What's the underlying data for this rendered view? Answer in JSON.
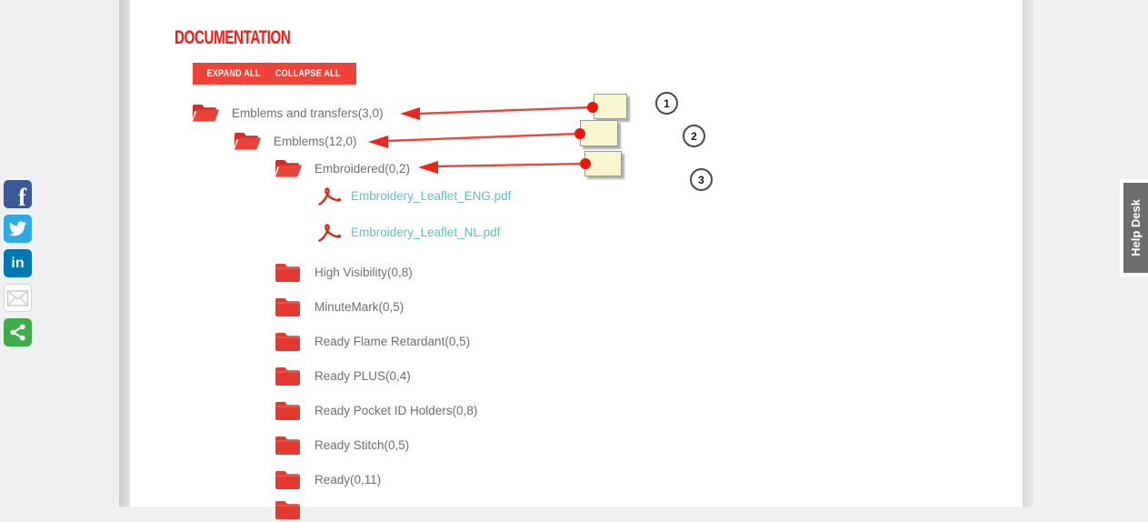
{
  "page": {
    "title": "DOCUMENTATION",
    "colors": {
      "accent_red": "#ee4338",
      "title_red": "#ff1414",
      "folder_red": "#e23a30",
      "pdf_red": "#d2281e",
      "link_teal": "#62c0c2",
      "tree_text_gray": "#6e6e6e",
      "note_yellow": "#f7f6cf",
      "page_bg": "#f0f0f0",
      "helpdesk_gray": "#6d6d6d"
    }
  },
  "toolbar": {
    "expand_label": "EXPAND ALL",
    "collapse_label": "COLLAPSE ALL"
  },
  "tree": {
    "items": [
      {
        "label": "Emblems and transfers(3,0)",
        "icon": "folder-open-icon",
        "type": "folder",
        "level": 1
      },
      {
        "label": "Emblems(12,0)",
        "icon": "folder-open-icon",
        "type": "folder",
        "level": 2
      },
      {
        "label": "Embroidered(0,2)",
        "icon": "folder-open-icon",
        "type": "folder",
        "level": 3
      },
      {
        "label": "Embroidery_Leaflet_ENG.pdf",
        "icon": "pdf-icon",
        "type": "pdf",
        "level": 4
      },
      {
        "label": "Embroidery_Leaflet_NL.pdf",
        "icon": "pdf-icon",
        "type": "pdf",
        "level": 4
      },
      {
        "label": "High Visibility(0,8)",
        "icon": "folder-closed-icon",
        "type": "folder",
        "level": 3
      },
      {
        "label": "MinuteMark(0,5)",
        "icon": "folder-closed-icon",
        "type": "folder",
        "level": 3
      },
      {
        "label": "Ready Flame Retardant(0,5)",
        "icon": "folder-closed-icon",
        "type": "folder",
        "level": 3
      },
      {
        "label": "Ready PLUS(0,4)",
        "icon": "folder-closed-icon",
        "type": "folder",
        "level": 3
      },
      {
        "label": "Ready Pocket ID Holders(0,8)",
        "icon": "folder-closed-icon",
        "type": "folder",
        "level": 3
      },
      {
        "label": "Ready Stitch(0,5)",
        "icon": "folder-closed-icon",
        "type": "folder",
        "level": 3
      },
      {
        "label": "Ready(0,11)",
        "icon": "folder-closed-icon",
        "type": "folder",
        "level": 3
      },
      {
        "label": "",
        "icon": "folder-closed-icon",
        "type": "folder",
        "level": 3
      }
    ]
  },
  "callouts": {
    "badges": [
      "1",
      "2",
      "3"
    ]
  },
  "social": {
    "items": [
      {
        "name": "facebook",
        "icon": "facebook-icon"
      },
      {
        "name": "twitter",
        "icon": "twitter-icon"
      },
      {
        "name": "linkedin",
        "icon": "linkedin-icon"
      },
      {
        "name": "email",
        "icon": "email-icon"
      },
      {
        "name": "share",
        "icon": "share-icon"
      }
    ]
  },
  "helpdesk": {
    "label": "Help Desk"
  }
}
